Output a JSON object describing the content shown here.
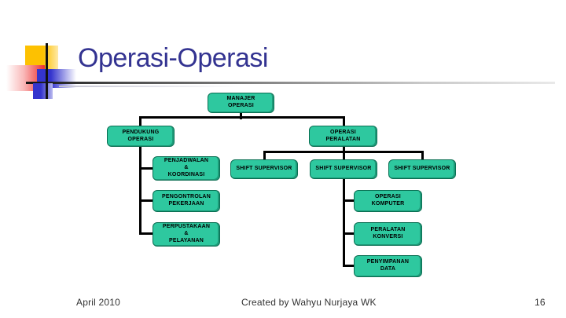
{
  "title": "Operasi-Operasi",
  "footer": {
    "date": "April 2010",
    "credit": "Created by Wahyu Nurjaya WK",
    "page_number": "16"
  },
  "colors": {
    "title_text": "#333391",
    "box_fill": "#2ec89f",
    "box_border": "#0a6e52",
    "connector": "#000000",
    "footer_text": "#333333",
    "accent_yellow": "#fdc101",
    "accent_red": "#ee2d2d",
    "accent_blue": "#3434cd"
  },
  "org_chart": {
    "nodes": {
      "manajer_operasi": "MANAJER\nOPERASI",
      "pendukung_operasi": "PENDUKUNG\nOPERASI",
      "operasi_peralatan": "OPERASI\nPERALATAN",
      "penjadwalan_koordinasi": "PENJADWALAN\n&\nKOORDINASI",
      "shift_supervisor_1": "SHIFT SUPERVISOR",
      "shift_supervisor_2": "SHIFT SUPERVISOR",
      "shift_supervisor_3": "SHIFT SUPERVISOR",
      "pengontrolan_pekerjaan": "PENGONTROLAN\nPEKERJAAN",
      "operasi_komputer": "OPERASI\nKOMPUTER",
      "perpustakaan_pelayanan": "PERPUSTAKAAN\n&\nPELAYANAN",
      "peralatan_konversi": "PERALATAN\nKONVERSI",
      "penyimpanan_data": "PENYIMPANAN\nDATA"
    },
    "edges": [
      [
        "manajer_operasi",
        "pendukung_operasi"
      ],
      [
        "manajer_operasi",
        "operasi_peralatan"
      ],
      [
        "pendukung_operasi",
        "penjadwalan_koordinasi"
      ],
      [
        "pendukung_operasi",
        "pengontrolan_pekerjaan"
      ],
      [
        "pendukung_operasi",
        "perpustakaan_pelayanan"
      ],
      [
        "operasi_peralatan",
        "shift_supervisor_1"
      ],
      [
        "operasi_peralatan",
        "shift_supervisor_2"
      ],
      [
        "operasi_peralatan",
        "shift_supervisor_3"
      ],
      [
        "shift_supervisor_2",
        "operasi_komputer"
      ],
      [
        "shift_supervisor_2",
        "peralatan_konversi"
      ],
      [
        "shift_supervisor_2",
        "penyimpanan_data"
      ]
    ]
  }
}
